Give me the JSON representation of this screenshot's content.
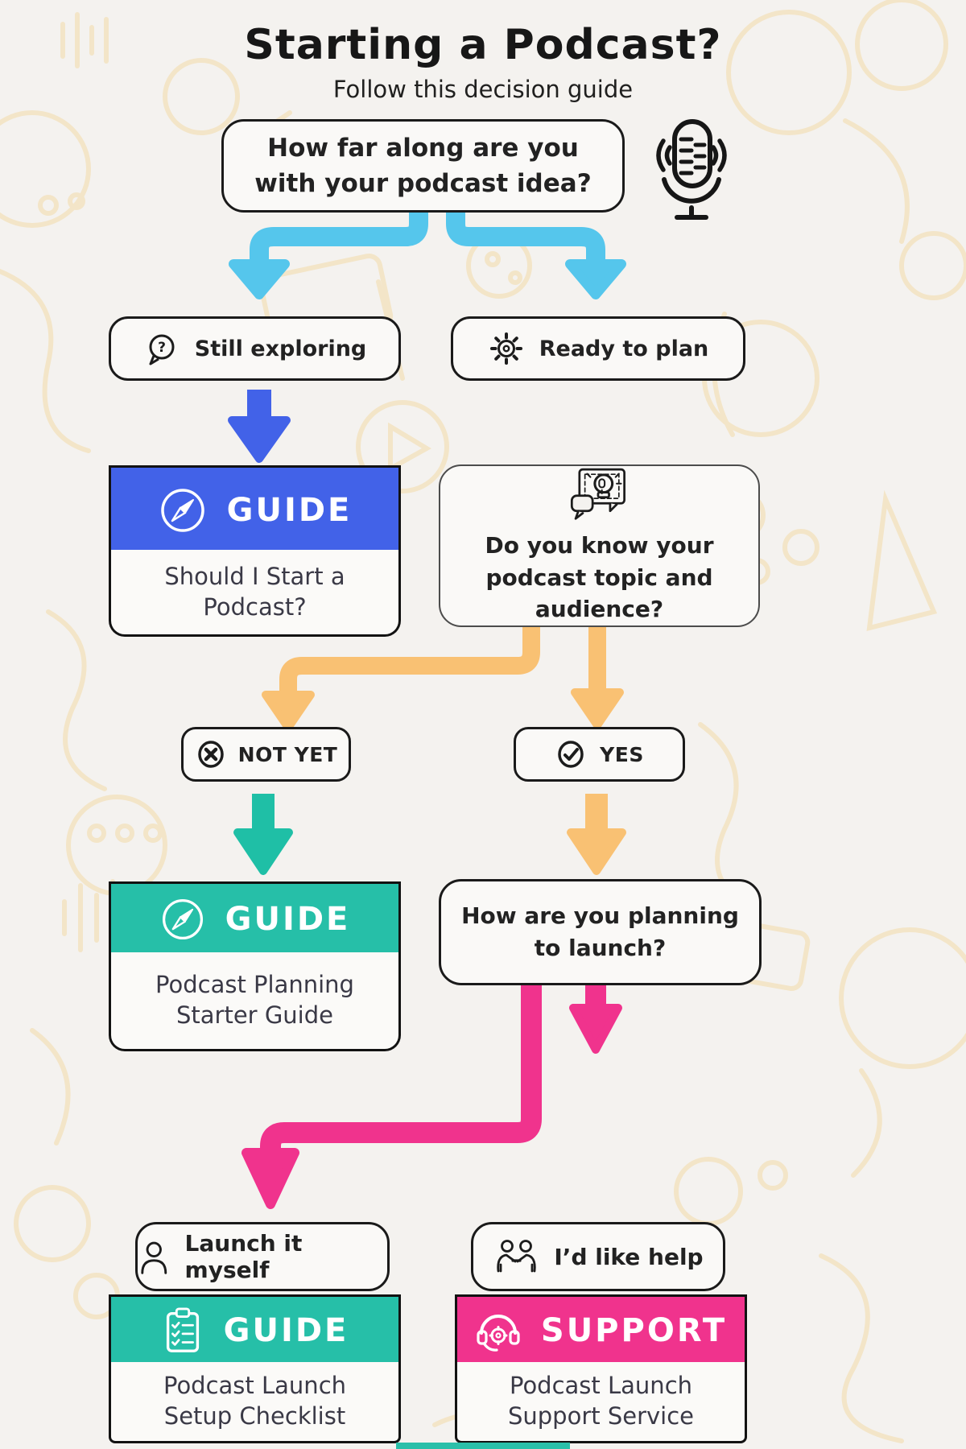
{
  "page": {
    "title": "Starting a Podcast?",
    "subtitle": "Follow this decision guide"
  },
  "colors": {
    "background": "#F4F2EF",
    "doodle": "#F3E5C8",
    "ink": "#1A1A1A",
    "sky_blue": "#55C6EC",
    "royal_blue": "#4262E8",
    "orange": "#F9C173",
    "teal": "#26BFA8",
    "pink": "#F0338D",
    "card_bg": "#FBFAF8"
  },
  "icons": {
    "microphone-icon": "🎙",
    "question-bubble-icon": "?",
    "gear-icon": "⚙",
    "compass-icon": "🧭",
    "blueprint-idea-icon": "💡",
    "cancel-circle-icon": "⊗",
    "check-circle-icon": "✓",
    "person-icon": "👤",
    "helpers-icon": "🤝",
    "clipboard-checklist-icon": "📋",
    "headset-support-icon": "🎧"
  },
  "nodes": {
    "q1": {
      "text": "How far along are you with your podcast idea?"
    },
    "still_exploring": {
      "label": "Still exploring"
    },
    "ready_to_plan": {
      "label": "Ready to plan"
    },
    "guide1": {
      "badge": "GUIDE",
      "title": "Should I Start a Podcast?"
    },
    "q2": {
      "text": "Do you know your podcast topic and audience?"
    },
    "not_yet": {
      "label": "NOT YET"
    },
    "yes": {
      "label": "YES"
    },
    "guide2": {
      "badge": "GUIDE",
      "title": "Podcast Planning Starter Guide"
    },
    "q3": {
      "text": "How are you planning to launch?"
    },
    "launch_myself": {
      "label": "Launch it myself"
    },
    "like_help": {
      "label": "I’d like help"
    },
    "guide3": {
      "badge": "GUIDE",
      "title": "Podcast Launch Setup Checklist"
    },
    "support": {
      "badge": "SUPPORT",
      "title": "Podcast Launch Support Service"
    }
  }
}
